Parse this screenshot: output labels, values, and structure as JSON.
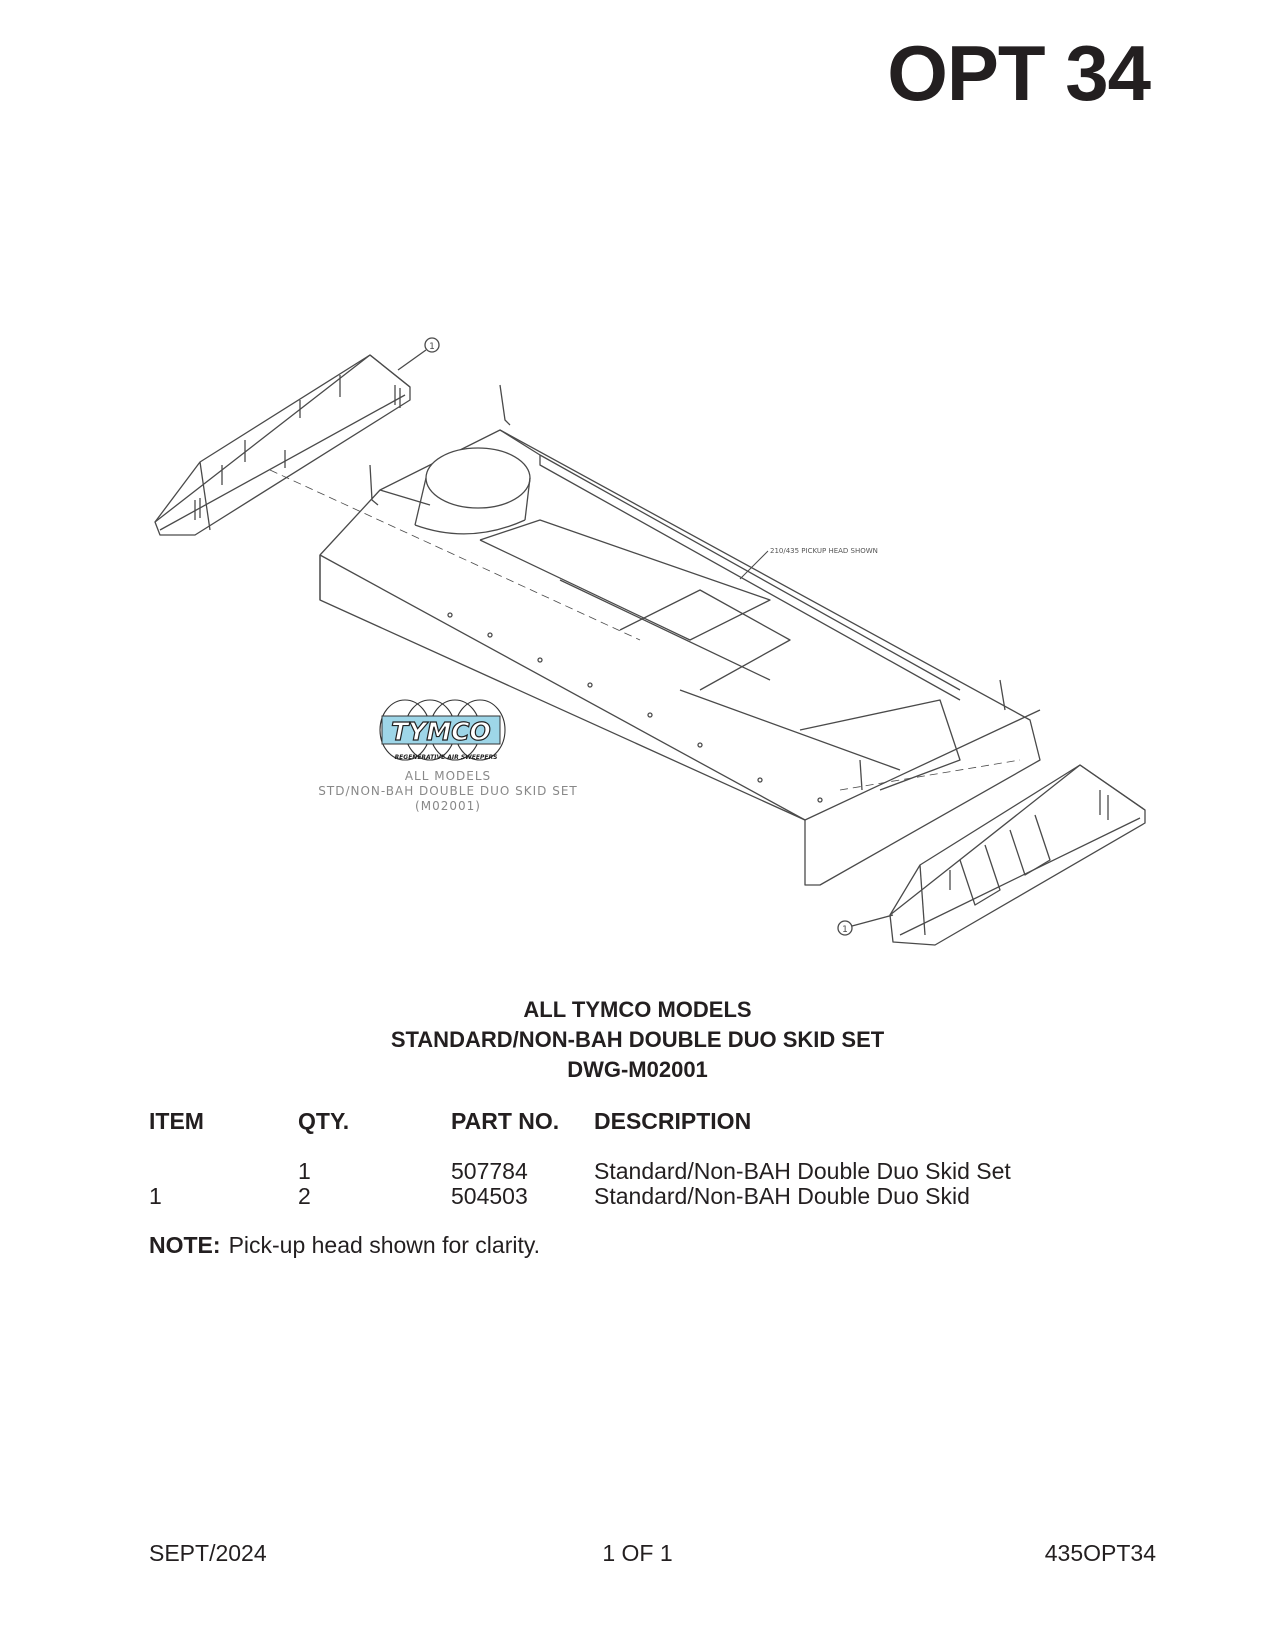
{
  "header": {
    "title": "OPT 34"
  },
  "drawing": {
    "callout_label": "1",
    "pickup_note": "210/435 PICKUP HEAD SHOWN",
    "logo": {
      "brand": "TYMCO",
      "tagline": "REGENERATIVE AIR SWEEPERS"
    },
    "stamp": {
      "line1": "ALL MODELS",
      "line2": "STD/NON-BAH DOUBLE DUO SKID SET",
      "line3": "(M02001)"
    }
  },
  "subtitle": {
    "line1": "ALL TYMCO MODELS",
    "line2": "STANDARD/NON-BAH DOUBLE DUO SKID SET",
    "line3": "DWG-M02001"
  },
  "parts_table": {
    "headers": {
      "item": "ITEM",
      "qty": "QTY.",
      "part_no": "PART NO.",
      "description": "DESCRIPTION"
    },
    "rows": [
      {
        "item": "",
        "qty": "1",
        "part_no": "507784",
        "description": "Standard/Non-BAH Double Duo Skid Set"
      },
      {
        "item": "1",
        "qty": "2",
        "part_no": "504503",
        "description": "Standard/Non-BAH Double Duo Skid"
      }
    ]
  },
  "note": {
    "label": "NOTE:",
    "text": "Pick-up head shown for clarity."
  },
  "footer": {
    "date": "SEPT/2024",
    "page": "1 OF 1",
    "doc_id": "435OPT34"
  }
}
